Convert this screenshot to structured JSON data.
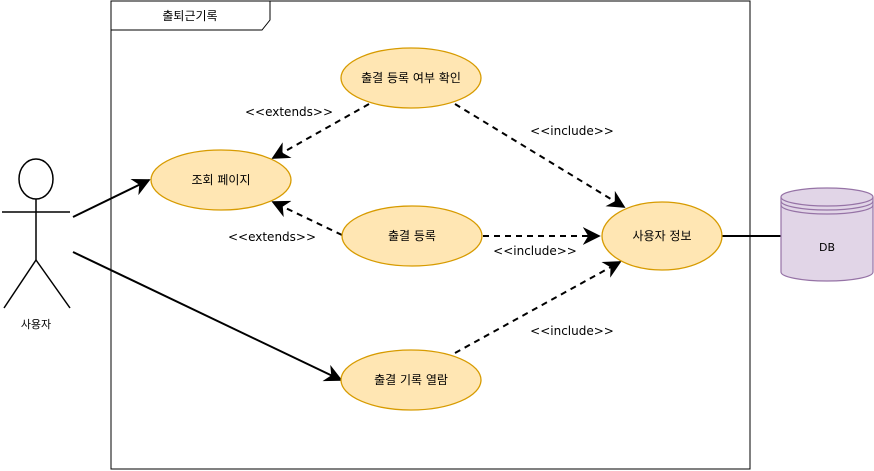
{
  "frame": {
    "title": "출퇴근기록"
  },
  "actor": {
    "label": "사용자"
  },
  "use_cases": {
    "check_registration": "출결 등록 여부 확인",
    "view_page": "조회 페이지",
    "register": "출결 등록",
    "user_info": "사용자 정보",
    "view_records": "출결 기록 열람"
  },
  "relations": {
    "extends_top": "<<extends>>",
    "extends_bottom": "<<extends>>",
    "include_top": "<<include>>",
    "include_middle": "<<include>>",
    "include_bottom": "<<include>>"
  },
  "database": {
    "label": "DB"
  },
  "colors": {
    "usecase_fill": "#ffe6b3",
    "usecase_stroke": "#d79b00",
    "database_fill": "#e1d5e7",
    "database_stroke": "#9673a6"
  }
}
